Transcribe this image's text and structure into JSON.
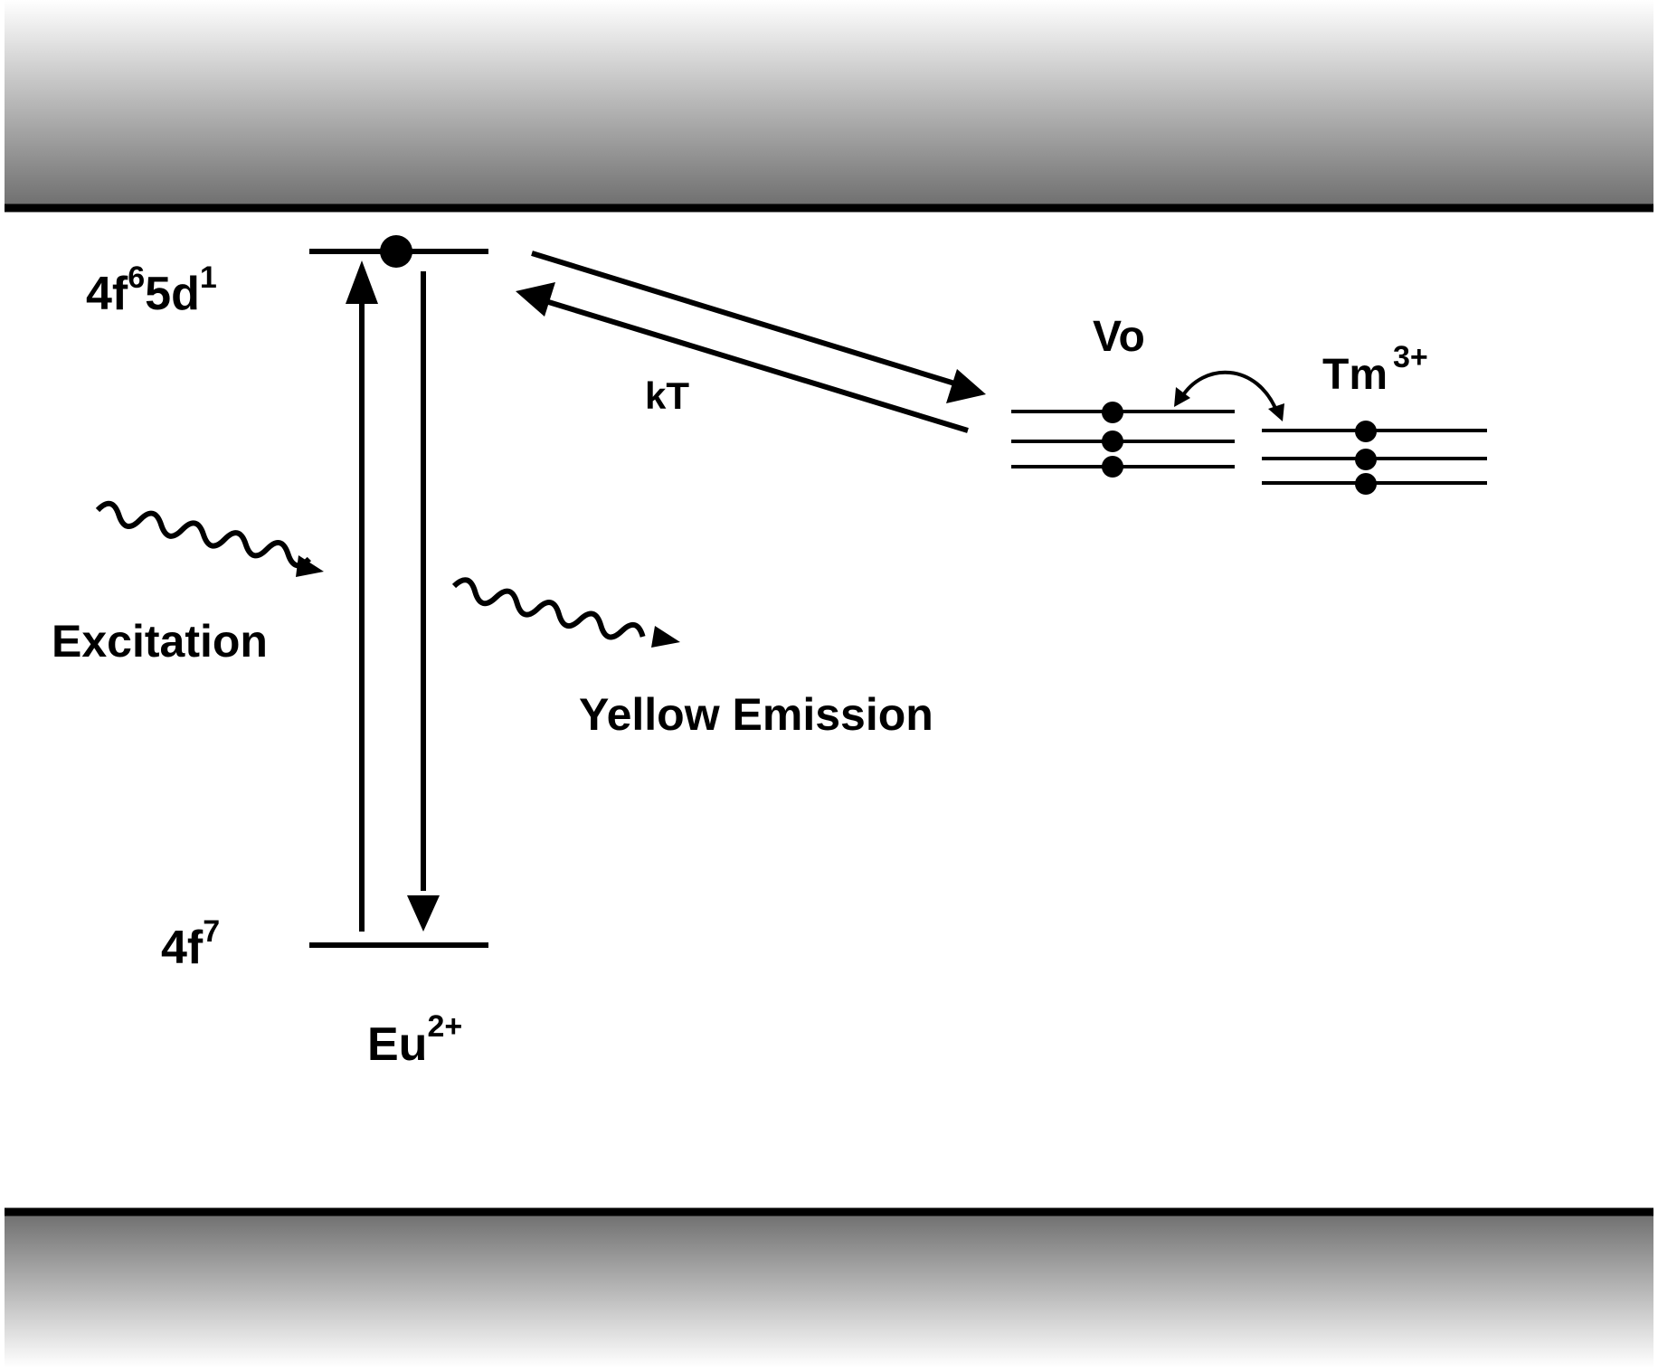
{
  "labels": {
    "excited_base": "4f",
    "excited_sup1": "6",
    "excited_mid": "5d",
    "excited_sup2": "1",
    "ground_base": "4f",
    "ground_sup": "7",
    "ion_base": "Eu",
    "ion_sup": "2+",
    "kt": "kT",
    "vo": "Vo",
    "tm_base": "Tm",
    "tm_sup": "3+",
    "excitation": "Excitation",
    "emission": "Yellow Emission"
  },
  "colors": {
    "ink": "#000000",
    "band_dark": "#6e6e6e",
    "band_light": "#ffffff"
  }
}
